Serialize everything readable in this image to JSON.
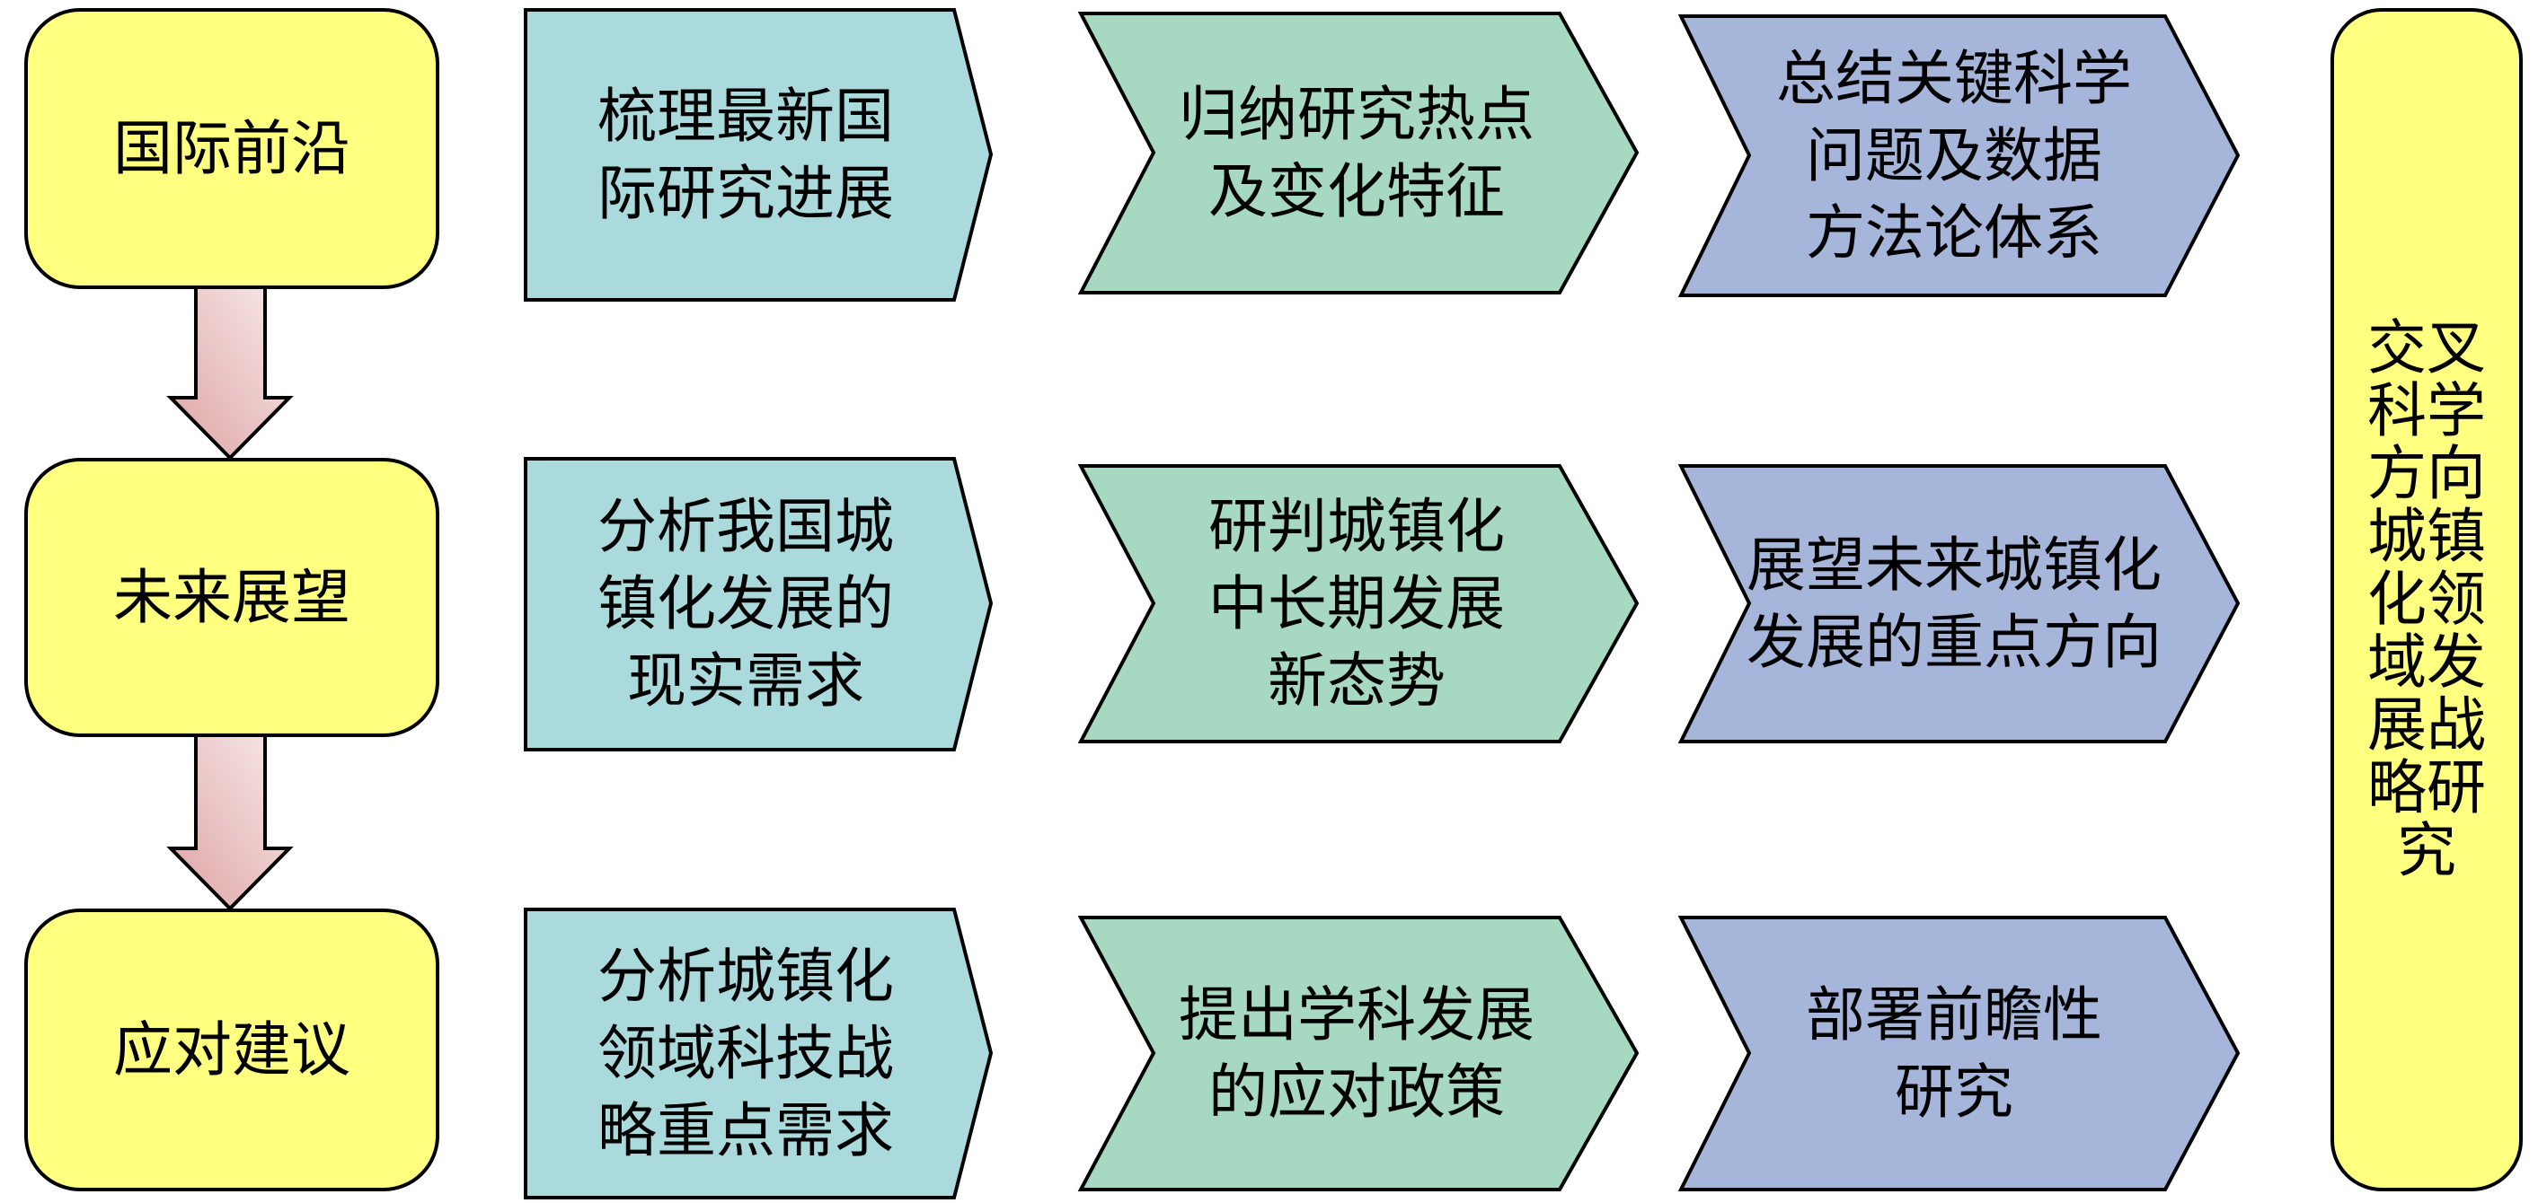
{
  "colors": {
    "stage": "#FFFF80",
    "review": "#AADADC",
    "analyze": "#A6D8C2",
    "conclude": "#A6B6DA",
    "arrow_top": "#F5E4E4",
    "arrow_bottom": "#DFA5A5"
  },
  "stages": [
    {
      "label": "国际前沿",
      "steps": [
        [
          "梳理最新国",
          "际研究进展"
        ],
        [
          "归纳研究热点",
          "及变化特征"
        ],
        [
          "总结关键科学",
          "问题及数据",
          "方法论体系"
        ]
      ]
    },
    {
      "label": "未来展望",
      "steps": [
        [
          "分析我国城",
          "镇化发展的",
          "现实需求"
        ],
        [
          "研判城镇化",
          "中长期发展",
          "新态势"
        ],
        [
          "展望未来城镇化",
          "发展的重点方向"
        ]
      ]
    },
    {
      "label": "应对建议",
      "steps": [
        [
          "分析城镇化",
          "领域科技战",
          "略重点需求"
        ],
        [
          "提出学科发展",
          "的应对政策"
        ],
        [
          "部署前瞻性",
          "研究"
        ]
      ]
    }
  ],
  "side": {
    "lines": [
      "交叉",
      "科学",
      "方向",
      "城镇",
      "化领",
      "域发",
      "展战",
      "略研",
      "究"
    ]
  }
}
